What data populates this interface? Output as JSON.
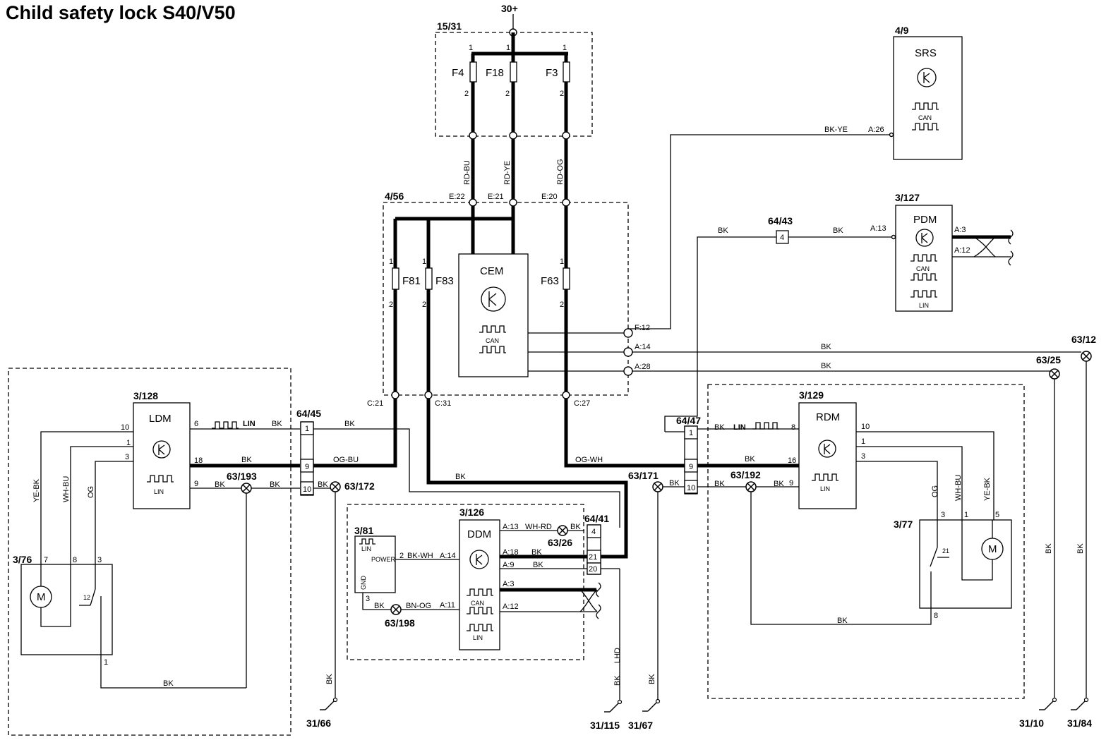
{
  "title": "Child safety lock S40/V50",
  "supply": "30+",
  "fusebox": {
    "id": "15/31",
    "fuses": [
      {
        "name": "F4",
        "pin_top": "1",
        "pin_bottom": "2"
      },
      {
        "name": "F18",
        "pin_top": "1",
        "pin_bottom": "2"
      },
      {
        "name": "F3",
        "pin_top": "1",
        "pin_bottom": "2"
      }
    ]
  },
  "wires": {
    "rd_bu": "RD-BU",
    "rd_ye": "RD-YE",
    "rd_og": "RD-OG",
    "bk": "BK",
    "bk_ye": "BK-YE",
    "og_bu": "OG-BU",
    "og_wh": "OG-WH",
    "ye_bk": "YE-BK",
    "wh_bu": "WH-BU",
    "og": "OG",
    "wh_rd": "WH-RD",
    "bk_wh": "BK-WH",
    "bn_og": "BN-OG",
    "lhd": "LHD"
  },
  "cem": {
    "box_id": "4/56",
    "name": "CEM",
    "can": "CAN",
    "fuses": [
      {
        "name": "F81",
        "pin_top": "1",
        "pin_bottom": "2"
      },
      {
        "name": "F83",
        "pin_top": "1",
        "pin_bottom": "2"
      },
      {
        "name": "F63",
        "pin_top": "1",
        "pin_bottom": "2"
      }
    ],
    "pins": {
      "e22": "E:22",
      "e21": "E:21",
      "e20": "E:20",
      "f12": "F:12",
      "a14": "A:14",
      "a28": "A:28",
      "c21": "C:21",
      "c31": "C:31",
      "c27": "C:27"
    }
  },
  "srs": {
    "id": "4/9",
    "name": "SRS",
    "can": "CAN",
    "pin": "A:26"
  },
  "pdm": {
    "id": "3/127",
    "name": "PDM",
    "can": "CAN",
    "lin": "LIN",
    "pins": {
      "a13": "A:13",
      "a3": "A:3",
      "a12": "A:12"
    }
  },
  "connectors": {
    "c6443": {
      "id": "64/43",
      "pin": "4"
    },
    "c6445": {
      "id": "64/45",
      "pins": [
        "1",
        "9",
        "10"
      ]
    },
    "c6447": {
      "id": "64/47",
      "pins": [
        "1",
        "9",
        "10"
      ]
    },
    "c6441": {
      "id": "64/41",
      "pins": [
        "4",
        "21",
        "20"
      ]
    }
  },
  "ldm": {
    "id": "3/128",
    "name": "LDM",
    "lin": "LIN",
    "pins": [
      "10",
      "1",
      "3",
      "6",
      "18",
      "9"
    ]
  },
  "rdm": {
    "id": "3/129",
    "name": "RDM",
    "lin": "LIN",
    "pins": [
      "8",
      "16",
      "9",
      "10",
      "1",
      "3"
    ]
  },
  "ddm": {
    "id": "3/126",
    "name": "DDM",
    "can": "CAN",
    "lin": "LIN",
    "pins": {
      "a13": "A:13",
      "a18": "A:18",
      "a9": "A:9",
      "a3": "A:3",
      "a12": "A:12",
      "a14": "A:14",
      "a11": "A:11"
    }
  },
  "sw381": {
    "id": "3/81",
    "lin": "LIN",
    "power": "POWER",
    "gnd": "GND",
    "pin2": "2",
    "pin3": "3"
  },
  "lock376": {
    "id": "3/76",
    "motor": "M",
    "pins": [
      "7",
      "8",
      "3",
      "1"
    ],
    "sw": "12"
  },
  "lock377": {
    "id": "3/77",
    "motor": "M",
    "pins": [
      "3",
      "1",
      "5",
      "8"
    ],
    "sw": "21"
  },
  "splices": {
    "s63193": "63/193",
    "s63172": "63/172",
    "s63171": "63/171",
    "s63192": "63/192",
    "s63198": "63/198",
    "s6326": "63/26",
    "s6325": "63/25",
    "s6312": "63/12"
  },
  "grounds": {
    "g3166": "31/66",
    "g31115": "31/115",
    "g3167": "31/67",
    "g3110": "31/10",
    "g3184": "31/84"
  }
}
